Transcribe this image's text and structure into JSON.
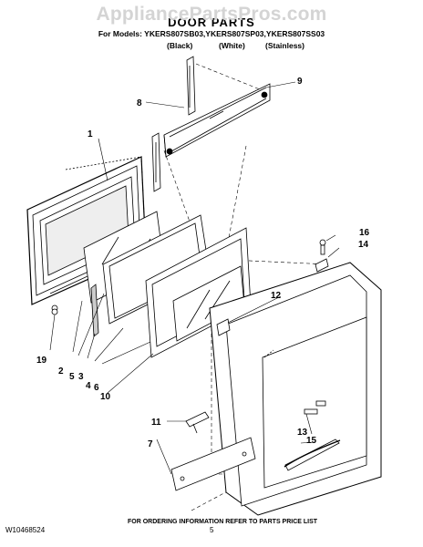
{
  "watermark": "AppliancePartsPros.com",
  "title": "DOOR PARTS",
  "models_line": "For Models: YKERS807SB03,YKERS807SP03,YKERS807SS03",
  "colors": [
    "(Black)",
    "(White)",
    "(Stainless)"
  ],
  "callouts": [
    "1",
    "2",
    "3",
    "4",
    "5",
    "6",
    "7",
    "8",
    "9",
    "10",
    "11",
    "12",
    "13",
    "14",
    "15",
    "16",
    "19"
  ],
  "footer_note": "FOR ORDERING INFORMATION REFER TO PARTS PRICE LIST",
  "doc_number": "W10468524",
  "page_number": "5"
}
